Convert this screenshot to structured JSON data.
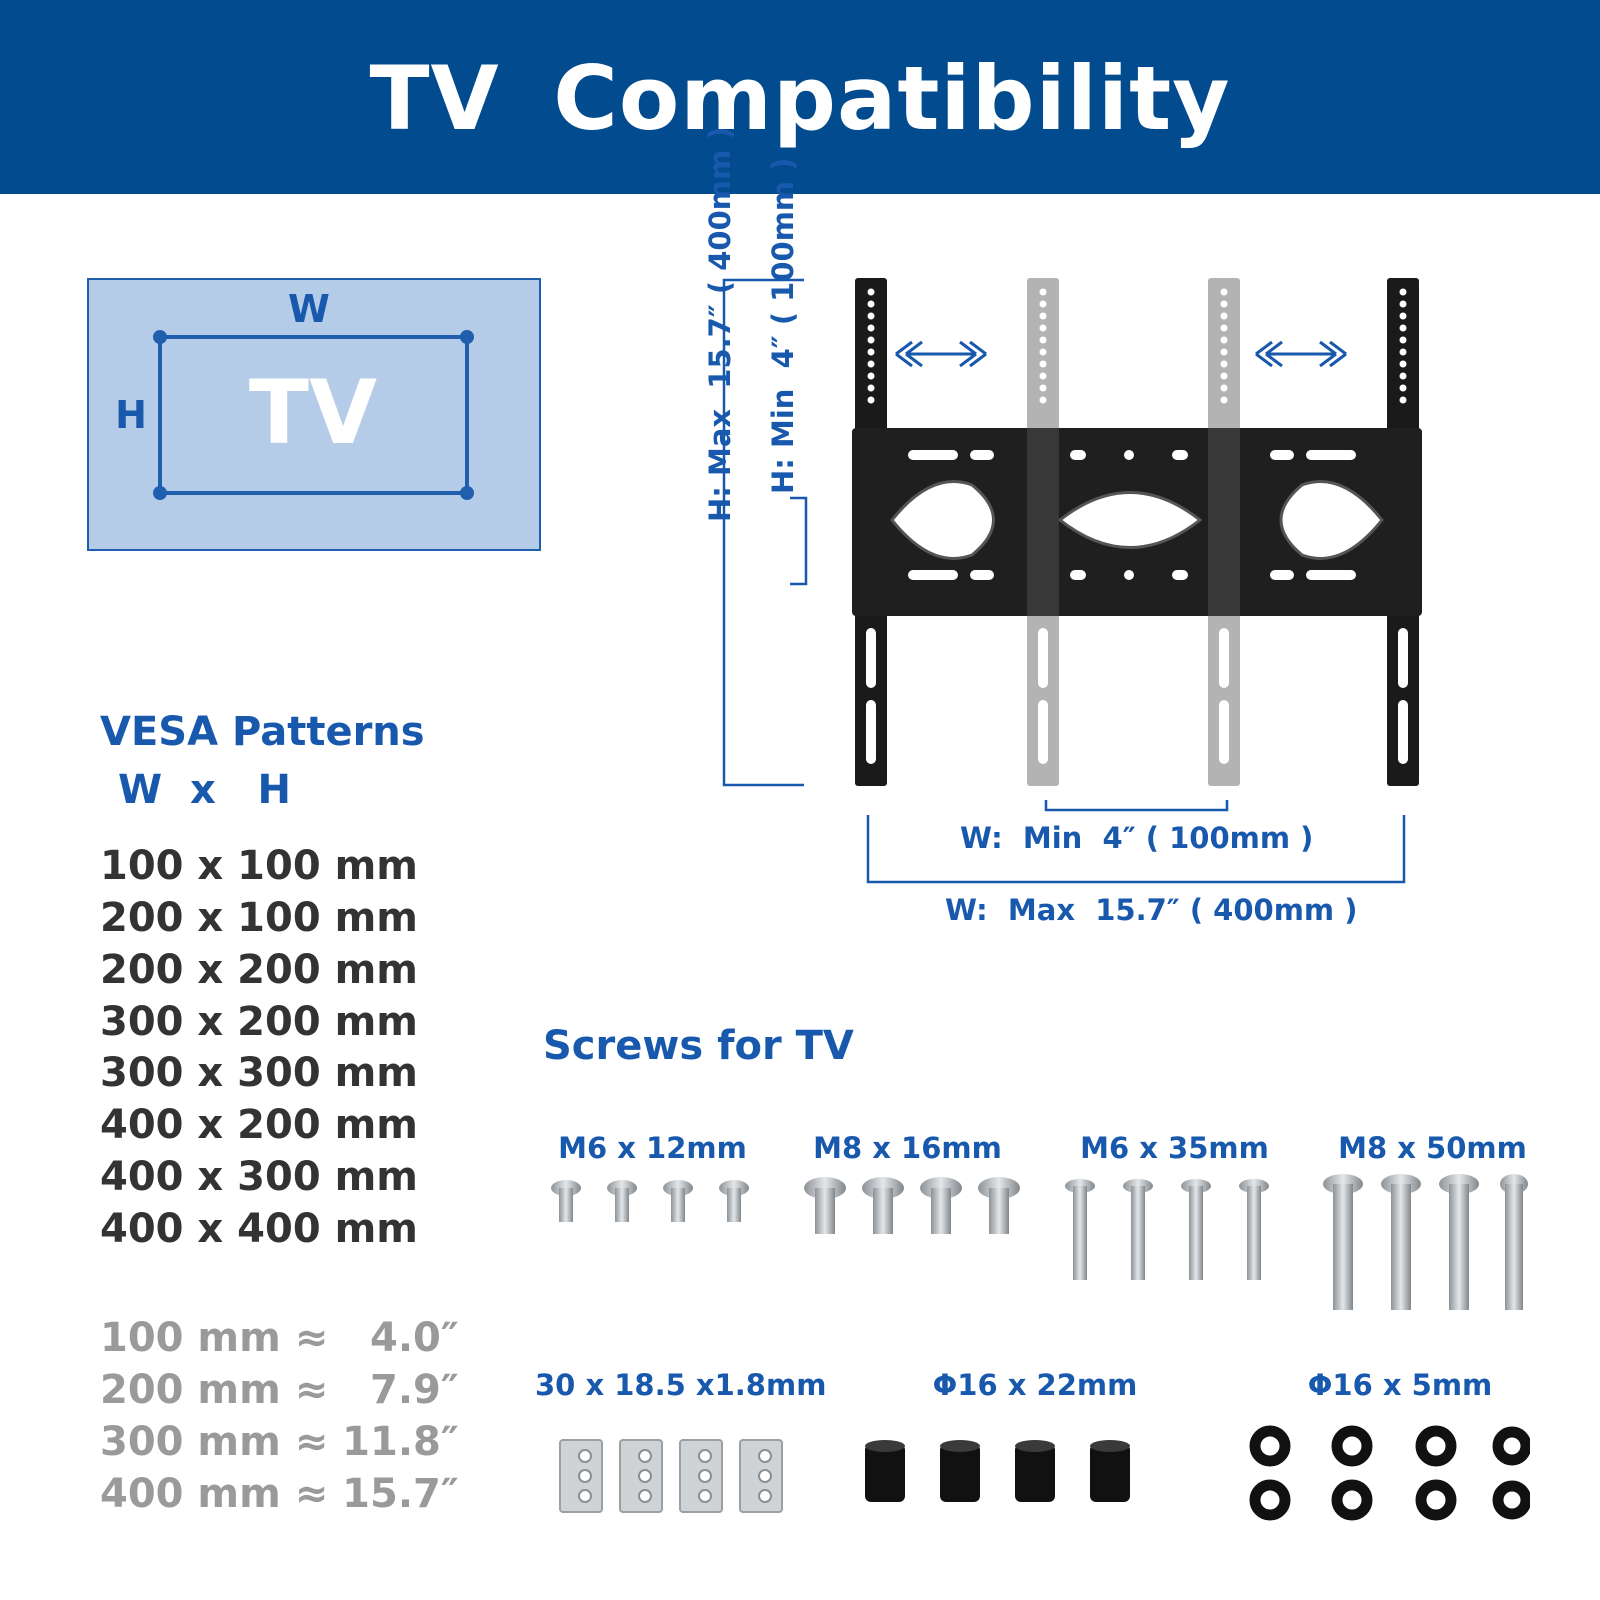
{
  "header": {
    "title": "TV  Compatibility",
    "background_color": "#024b8e"
  },
  "tv_diagram": {
    "width_letter": "W",
    "height_letter": "H",
    "tv_text": "TV",
    "fill_color": "#b4cce8",
    "line_color": "#1f5fae"
  },
  "vesa": {
    "heading": "VESA Patterns",
    "subheading": "W  x   H",
    "patterns": [
      "100 x 100 mm",
      "200 x 100 mm",
      "200 x 200 mm",
      "300 x 200 mm",
      "300 x 300 mm",
      "400 x 200 mm",
      "400 x 300 mm",
      "400 x 400 mm"
    ],
    "conversions": [
      "100 mm ≈   4.0″",
      "200 mm ≈   7.9″",
      "300 mm ≈ 11.8″",
      "400 mm ≈ 15.7″"
    ]
  },
  "dimensions": {
    "h_max": "H: Max  15.7″ ( 400mm )",
    "h_min": "H: Min  4″ ( 100mm )",
    "w_min": "W:  Min  4″ ( 100mm )",
    "w_max": "W:  Max  15.7″ ( 400mm )"
  },
  "screws": {
    "heading": "Screws for TV",
    "items": [
      {
        "label": "M6 x 12mm"
      },
      {
        "label": "M8 x 16mm"
      },
      {
        "label": "M6 x 35mm"
      },
      {
        "label": "M8 x 50mm"
      },
      {
        "label": "30 x 18.5 x1.8mm"
      },
      {
        "label": "Φ16 x 22mm"
      },
      {
        "label": "Φ16 x 5mm"
      }
    ]
  },
  "colors": {
    "accent": "#1859ad",
    "text_dark": "#333333",
    "text_gray": "#9a9a9a",
    "bracket": "#1a1a1a",
    "arm_gray": "#b3b3b3"
  }
}
